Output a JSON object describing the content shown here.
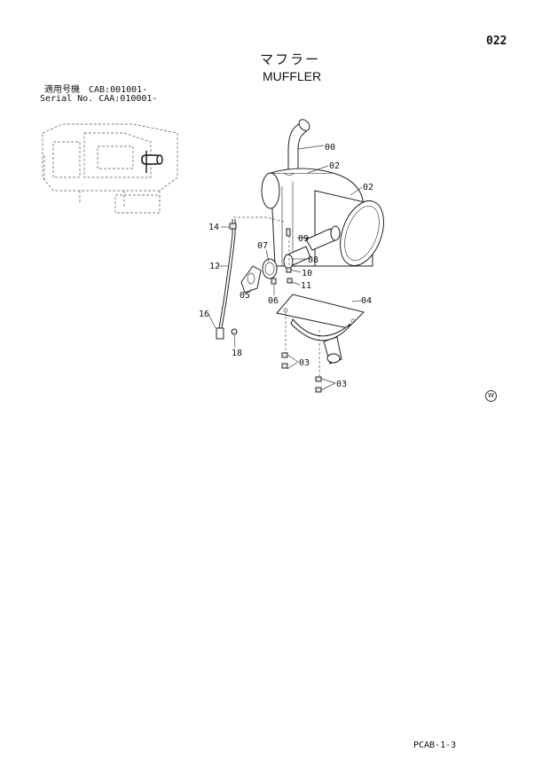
{
  "header": {
    "page_number": "022",
    "title_jp": "マフラー",
    "title_en": "MUFFLER",
    "serial_jp": "適用号機　CAB:001001-",
    "serial_en": "Serial No. CAA:010001-"
  },
  "callouts": [
    "00",
    "02",
    "02",
    "14",
    "07",
    "09",
    "08",
    "12",
    "10",
    "05",
    "11",
    "06",
    "04",
    "16",
    "18",
    "03",
    "03"
  ],
  "watermark": "W",
  "footer": {
    "code": "PCAB-1-3"
  }
}
